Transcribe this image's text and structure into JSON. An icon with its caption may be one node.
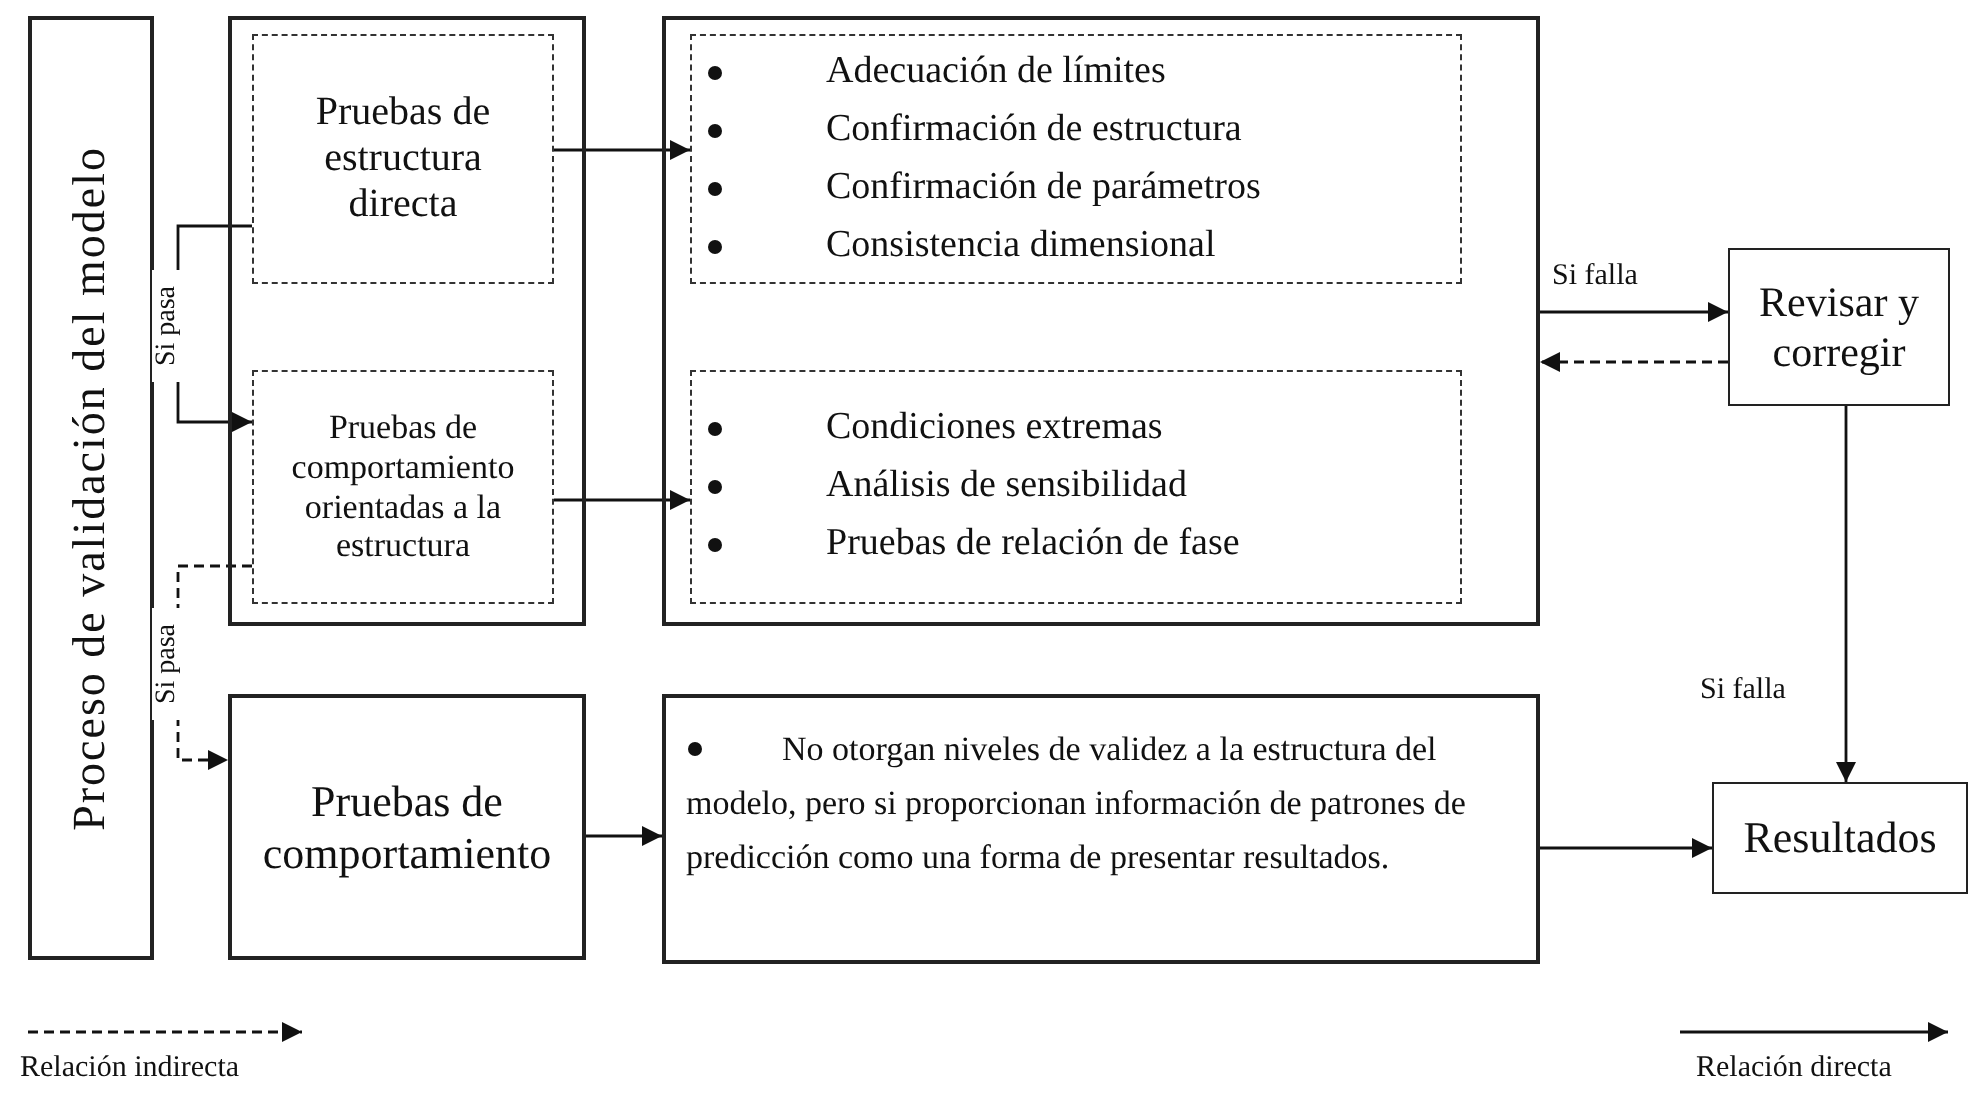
{
  "diagram": {
    "nodes": [
      {
        "text": [
          "Proceso de validación del modelo"
        ]
      },
      {
        "text": [],
        "shape": "box"
      },
      {
        "text": [
          "Pruebas de estructura directa"
        ],
        "in": 1
      },
      {
        "text": [
          "Pruebas de comportamiento orientadas a la estructura"
        ],
        "in": 1
      },
      {
        "text": [],
        "shape": "box"
      },
      {
        "text": [
          "Adecuación de límites",
          "Confirmación de estructura",
          "Confirmación de parámetros",
          "Consistencia dimensional"
        ],
        "in": 4
      },
      {
        "text": [
          "Condiciones extremas",
          "Análisis de sensibilidad",
          "Pruebas de relación de fase"
        ],
        "in": 4
      },
      {
        "text": [
          "Pruebas de comportamiento"
        ]
      },
      {
        "text": [
          "No otorgan niveles de validez a la estructura del modelo, pero si proporcionan información de patrones de predicción como una forma de presentar resultados."
        ]
      },
      {
        "text": [
          "Revisar y corregir"
        ]
      },
      {
        "text": [
          "Resultados"
        ]
      }
    ],
    "edges": [
      {
        "from": 2,
        "to": 3,
        "arrow": "to",
        "label": "Si pasa"
      },
      {
        "from": 3,
        "to": 7,
        "arrow": "to",
        "label": "Si pasa",
        "style": "dashed"
      },
      {
        "from": 2,
        "to": 5,
        "arrow": "to"
      },
      {
        "from": 3,
        "to": 6,
        "arrow": "to"
      },
      {
        "from": 4,
        "to": 9,
        "arrow": "to",
        "label": "Si falla"
      },
      {
        "from": 9,
        "to": 4,
        "arrow": "to",
        "style": "dashed"
      },
      {
        "from": 9,
        "to": 10,
        "arrow": "to",
        "label": "Si falla"
      },
      {
        "from": 7,
        "to": 8,
        "arrow": "to"
      },
      {
        "from": 8,
        "to": 10,
        "arrow": "to"
      }
    ],
    "legend": [
      {
        "text": "Relación indirecta"
      },
      {
        "text": "Relación directa"
      }
    ]
  }
}
